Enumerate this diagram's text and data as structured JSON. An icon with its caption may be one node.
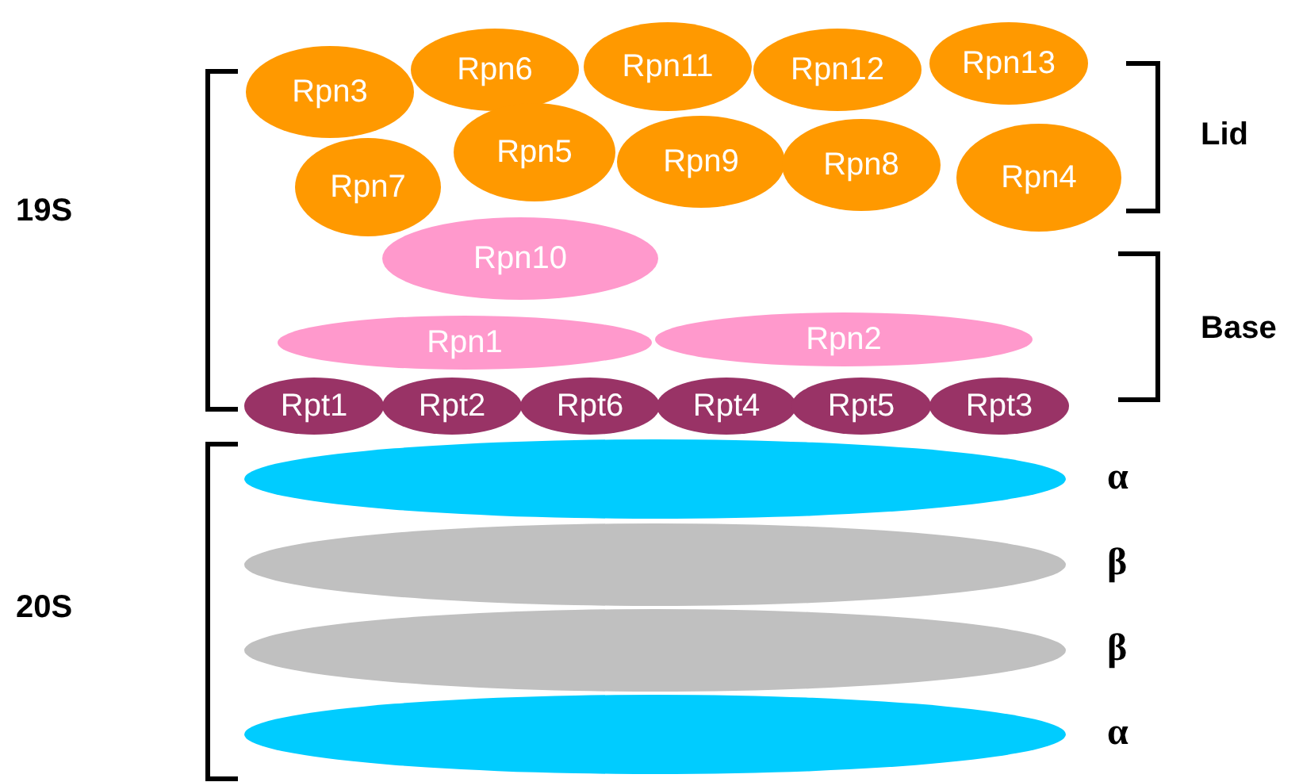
{
  "diagram": {
    "nodes": [
      {
        "text": [
          "Rpn3"
        ]
      },
      {
        "text": [
          "Rpn6"
        ]
      },
      {
        "text": [
          "Rpn11"
        ]
      },
      {
        "text": [
          "Rpn12"
        ]
      },
      {
        "text": [
          "Rpn13"
        ]
      },
      {
        "text": [
          "Rpn7"
        ]
      },
      {
        "text": [
          "Rpn5"
        ]
      },
      {
        "text": [
          "Rpn9"
        ]
      },
      {
        "text": [
          "Rpn8"
        ]
      },
      {
        "text": [
          "Rpn4"
        ]
      },
      {
        "text": [
          "Rpn10"
        ]
      },
      {
        "text": [
          "Rpn1"
        ]
      },
      {
        "text": [
          "Rpn2"
        ]
      },
      {
        "text": [
          "Rpt1"
        ]
      },
      {
        "text": [
          "Rpt2"
        ]
      },
      {
        "text": [
          "Rpt6"
        ]
      },
      {
        "text": [
          "Rpt4"
        ]
      },
      {
        "text": [
          "Rpt5"
        ]
      },
      {
        "text": [
          "Rpt3"
        ]
      },
      {
        "text": [],
        "shape": "ellipse",
        "beside": [
          "α"
        ]
      },
      {
        "text": [],
        "shape": "ellipse",
        "beside": [
          "β"
        ]
      },
      {
        "text": [],
        "shape": "ellipse",
        "beside": [
          "β"
        ]
      },
      {
        "text": [],
        "shape": "ellipse",
        "beside": [
          "α"
        ]
      }
    ],
    "labels": [
      "Lid",
      "19S",
      "Base",
      "20S"
    ]
  }
}
